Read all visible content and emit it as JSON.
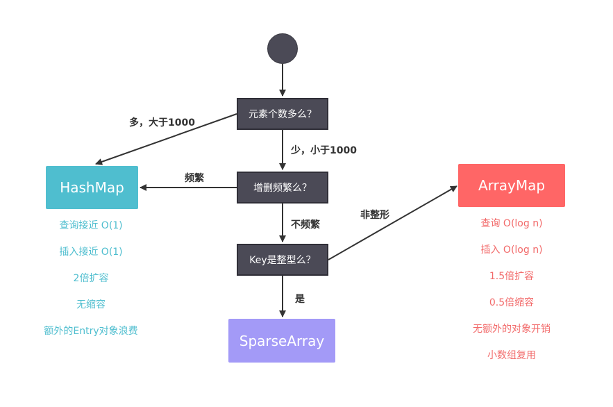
{
  "colors": {
    "decision_fill": "#4b4a56",
    "hashmap": "#4fbecf",
    "arraymap": "#ff6666",
    "sparsearray": "#a39af7",
    "hashmap_text": "#4fbecf",
    "arraymap_text": "#f26a6a",
    "edge": "#333333"
  },
  "decisions": {
    "count": "元素个数多么？",
    "freq": "增删频繁么？",
    "key": "Key是整型么？"
  },
  "results": {
    "hashmap": "HashMap",
    "arraymap": "ArrayMap",
    "sparsearray": "SparseArray"
  },
  "edges": {
    "many": "多，大于1000",
    "few": "少，小于1000",
    "frequent": "频繁",
    "infrequent": "不频繁",
    "not_int": "非整形",
    "is_int": "是"
  },
  "hashmap_notes": [
    "查询接近 O(1)",
    "插入接近 O(1)",
    "2倍扩容",
    "无缩容",
    "额外的Entry对象浪费"
  ],
  "arraymap_notes": [
    "查询 O(log n)",
    "插入 O(log n)",
    "1.5倍扩容",
    "0.5倍缩容",
    "无额外的对象开销",
    "小数组复用"
  ]
}
